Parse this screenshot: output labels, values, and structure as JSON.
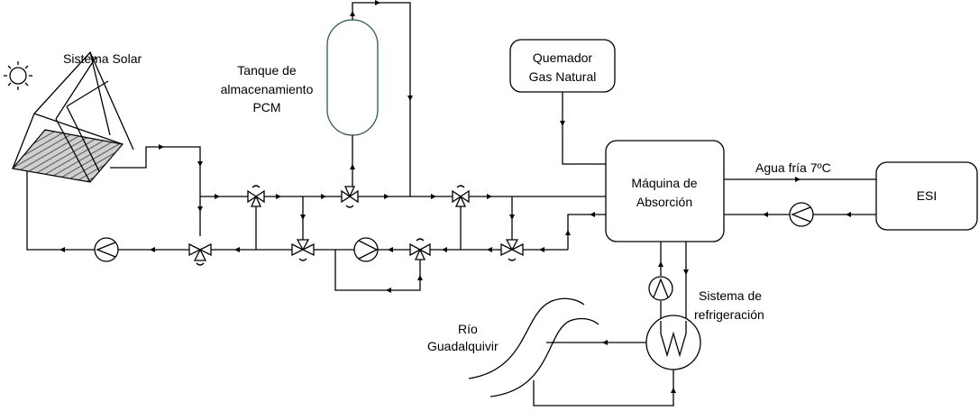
{
  "labels": {
    "solar": "Sistema Solar",
    "tank_line1": "Tanque de",
    "tank_line2": "almacenamiento",
    "tank_line3": "PCM",
    "burner_line1": "Quemador",
    "burner_line2": "Gas Natural",
    "absorption_line1": "Máquina de",
    "absorption_line2": "Absorción",
    "cold_water": "Agua fría 7ºC",
    "esi": "ESI",
    "cooling_line1": "Sistema de",
    "cooling_line2": "refrigeración",
    "river_line1": "Río",
    "river_line2": "Guadalquivir"
  },
  "colors": {
    "tank_outline": "#2e5e3a",
    "line": "#000000",
    "panel_hatch": "#555555"
  },
  "icons": {
    "sun": "sun-icon",
    "pump": "pump-icon",
    "valve": "three-way-valve-icon",
    "heat_exchanger": "heat-exchanger-icon"
  }
}
